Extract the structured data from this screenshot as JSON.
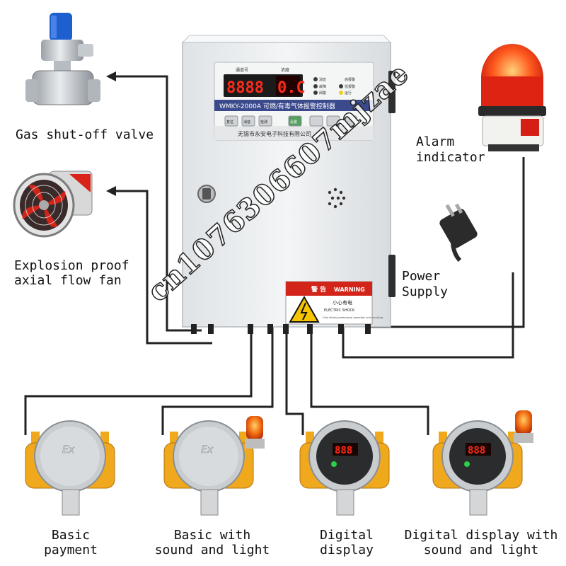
{
  "controller": {
    "model_line": "WMKY-2000A 可燃/有毒气体报警控制器",
    "maker": "无锡市永安电子科技有限公司",
    "channel_label": "通道号",
    "conc_label": "浓度",
    "digits_left": "8888",
    "digits_right": "0.C",
    "leds": [
      "消音",
      "故障",
      "低报警",
      "阀警",
      "高报警",
      "运行"
    ],
    "buttons": [
      "复位",
      "消音",
      "检测",
      "设置"
    ],
    "warning_title_cn": "警 告",
    "warning_title_en": "WARNING",
    "warning_sub_cn": "小心有电",
    "warning_sub_en": "ELECTRIC SHOCK",
    "warning_note": "Only allows professional operation and servicing."
  },
  "labels": {
    "gas_valve": "Gas shut-off valve",
    "fan_line1": "Explosion proof",
    "fan_line2": "axial flow fan",
    "alarm_line1": "Alarm",
    "alarm_line2": "indicator",
    "power_line1": "Power",
    "power_line2": "Supply"
  },
  "detectors": [
    {
      "line1": "Basic",
      "line2": "payment",
      "plate": "Ex"
    },
    {
      "line1": "Basic with",
      "line2": "sound and light",
      "plate": "Ex"
    },
    {
      "line1": "Digital",
      "line2": "display",
      "readout": "888"
    },
    {
      "line1": "Digital display with",
      "line2": "sound and light",
      "readout": "888"
    }
  ],
  "watermark": "cn1076306607mjzae",
  "colors": {
    "wire": "#222222",
    "cabinet": "#eef0f2",
    "alarm_red": "#e32a1a",
    "detector_yellow": "#f0a81c",
    "display_red": "#ff2a1a"
  }
}
